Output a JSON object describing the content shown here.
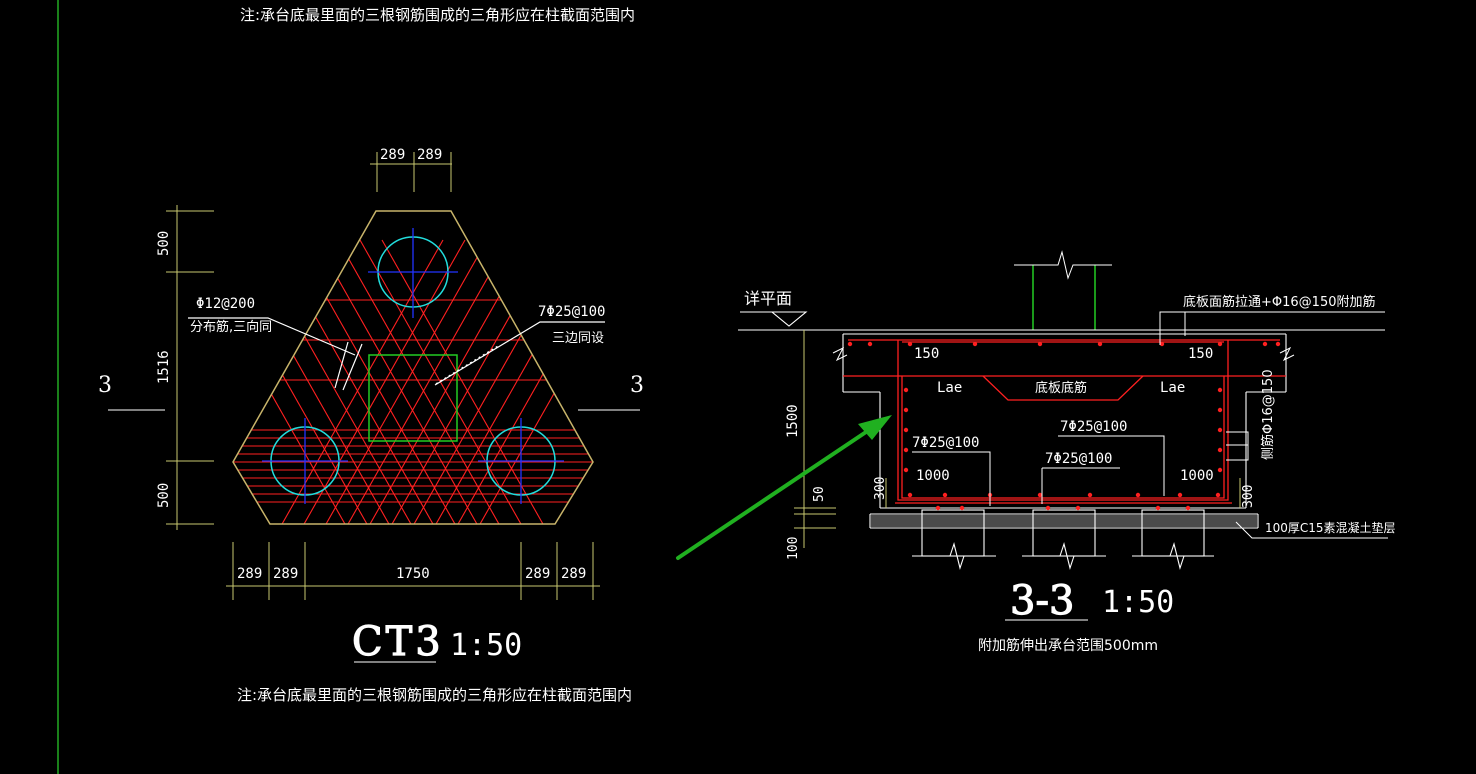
{
  "colors": {
    "background": "#000000",
    "outline": "#c8b46a",
    "rebar": "#ff2020",
    "column_green": "#22cc22",
    "axis_blue": "#2233ff",
    "pile_cyan": "#22dddd",
    "dimension": "#c8c870",
    "text": "#ffffff",
    "arrow_green": "#20b020",
    "border_green": "#22aa22"
  },
  "top_note": "注:承台底最里面的三根钢筋围成的三角形应在柱截面范围内",
  "ct3": {
    "title": "CT3",
    "scale": "1:50",
    "note": "注:承台底最里面的三根钢筋围成的三角形应在柱截面范围内",
    "dim_top": [
      "289",
      "289"
    ],
    "dim_left": [
      "500",
      "1516",
      "500"
    ],
    "dim_bottom": [
      "289",
      "289",
      "1750",
      "289",
      "289"
    ],
    "label_left_line1": "Φ12@200",
    "label_left_line2": "分布筋,三向同",
    "label_right_line1": "7Φ25@100",
    "label_right_line2": "三边同设",
    "section_mark_left": "3",
    "section_mark_right": "3"
  },
  "section": {
    "title": "3-3",
    "scale": "1:50",
    "note": "附加筋伸出承台范围500mm",
    "elevation_label": "详平面",
    "top_label": "底板面筋拉通+Φ16@150附加筋",
    "left_150": "150",
    "right_150": "150",
    "lae_left": "Lae",
    "lae_right": "Lae",
    "bottom_bars_label": "底板底筋",
    "rebar_left": "7Φ25@100",
    "rebar_mid_top": "7Φ25@100",
    "rebar_mid": "7Φ25@100",
    "dim_1000_left": "1000",
    "dim_1000_right": "1000",
    "dim_1500": "1500",
    "dim_50": "50",
    "dim_100": "100",
    "dim_300_left": "300",
    "dim_300_right": "300",
    "side_bars": "侧筋Φ16@150",
    "cushion_label": "100厚C15素混凝土垫层"
  }
}
